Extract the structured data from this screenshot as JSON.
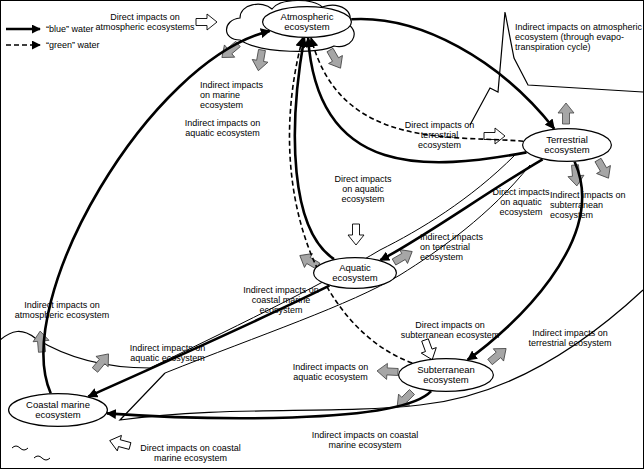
{
  "diagram": {
    "nodes": [
      {
        "text": [
          "Atmospheric ecosystem"
        ]
      },
      {
        "text": [
          "Terrestrial ecosystem"
        ]
      },
      {
        "text": [
          "Aquatic ecosystem"
        ]
      },
      {
        "text": [
          "Subterranean ecosystem"
        ]
      },
      {
        "text": [
          "Coastal marine ecosystem"
        ]
      }
    ],
    "edges": [
      {
        "from": 0,
        "to": 1,
        "arrow": "to"
      },
      {
        "from": 4,
        "to": 0,
        "arrow": "to"
      },
      {
        "from": 1,
        "to": 0,
        "arrow": "to"
      },
      {
        "from": 1,
        "to": 0,
        "arrow": "to"
      },
      {
        "from": 2,
        "to": 0,
        "arrow": "to"
      },
      {
        "from": 1,
        "to": 2,
        "arrow": "to"
      },
      {
        "from": 1,
        "to": 3,
        "arrow": "to"
      },
      {
        "from": 2,
        "to": 4,
        "arrow": "to"
      },
      {
        "from": 3,
        "to": 4,
        "arrow": "to"
      },
      {
        "from": 3,
        "to": 0,
        "arrow": "to"
      }
    ],
    "labels": [
      "Direct impacts on atmospheric ecosystems",
      "Indirect impacts on atmospheric ecosystem (through evapo- transpiration cycle)",
      "Indirect impacts on marine ecosystem",
      "Indirect impacts on aquatic ecosystem",
      "Direct impacts on terrestrial ecosystem",
      "Indirect impacts on subterranean ecosystem",
      "Direct impacts on aquatic ecosystem",
      "Direct impacts on aquatic ecosystem",
      "Indirect impacts on terrestrial ecosystem",
      "Indirect impacts on coastal marine ecosystem",
      "Direct impacts on subterranean ecosystem",
      "Indirect impacts on terrestrial ecosystem",
      "Indirect impacts on aquatic ecosystem",
      "Indirect impacts on atmospheric ecosystem",
      "Indirect impacts on aquatic ecosystem",
      "Direct impacts on coastal marine ecosystem",
      "Indirect impacts on coastal marine ecosystem"
    ],
    "legend": [
      {
        "text": "“blue” water"
      },
      {
        "text": "“green” water"
      }
    ]
  }
}
